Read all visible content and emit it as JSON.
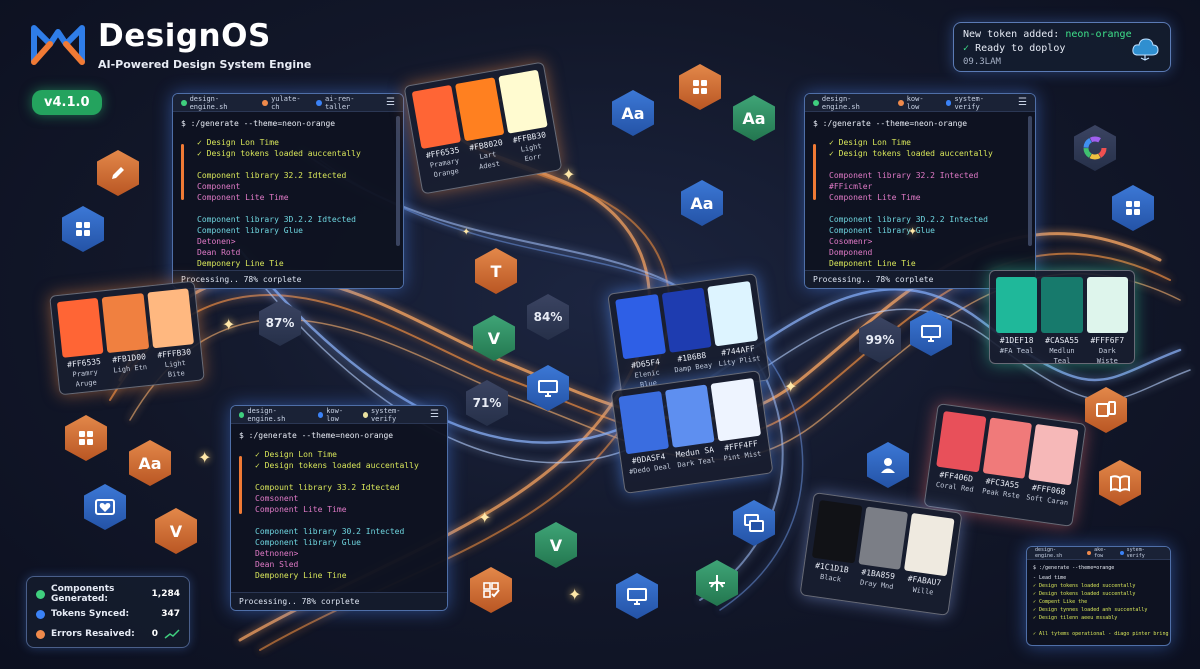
{
  "brand": {
    "title": "DesignOS",
    "subtitle": "AI-Powered Design System Engine",
    "version": "v4.1.0"
  },
  "notification": {
    "line1_prefix": "New token added:",
    "line1_token": "neon-orange",
    "line2": "Ready to doploy",
    "line3": "09.3LAM",
    "icon": "cloud-icon"
  },
  "terminals": {
    "left_top": {
      "tabs": [
        "design-engine.sh",
        "yulate-ch",
        "ai-ren-taller"
      ],
      "prompt": "$ :/generate --theme=neon-orange",
      "lines": [
        {
          "t": "✓ Design Lon Time",
          "c": "c-y"
        },
        {
          "t": "✓ Design tokens loaded auccentally",
          "c": "c-y"
        },
        {
          "t": "",
          "c": "c-w"
        },
        {
          "t": "Component library 32.2 Idtected",
          "c": "c-y"
        },
        {
          "t": "Component",
          "c": "c-p"
        },
        {
          "t": "Component Lite Time",
          "c": "c-p"
        },
        {
          "t": "",
          "c": "c-w"
        },
        {
          "t": "Component library 3D.2.2 Idtected",
          "c": "c-c"
        },
        {
          "t": "Component library Glue",
          "c": "c-c"
        },
        {
          "t": "Detonen>",
          "c": "c-p"
        },
        {
          "t": "Dean Rotd",
          "c": "c-p"
        },
        {
          "t": "Demponery  Line Tie",
          "c": "c-y"
        }
      ],
      "status": "Processing.. 78% corplete"
    },
    "right_top": {
      "tabs": [
        "design-engine.sh",
        "kow-low",
        "system-verify"
      ],
      "prompt": "$ :/generate --theme=neon-orange",
      "lines": [
        {
          "t": "✓ Design Lon Time",
          "c": "c-y"
        },
        {
          "t": "✓ Design tokens loaded auccentally",
          "c": "c-y"
        },
        {
          "t": "",
          "c": "c-w"
        },
        {
          "t": "Component library 32.2 Intected",
          "c": "c-p"
        },
        {
          "t": "#FFicmler",
          "c": "c-p"
        },
        {
          "t": "Component Lite Time",
          "c": "c-p"
        },
        {
          "t": "",
          "c": "c-w"
        },
        {
          "t": "Component library 3D.2.2 Intected",
          "c": "c-c"
        },
        {
          "t": "Component library Glue",
          "c": "c-c"
        },
        {
          "t": "Cosomenr>",
          "c": "c-p"
        },
        {
          "t": "Domponend",
          "c": "c-p"
        },
        {
          "t": "Demponent Line Tie",
          "c": "c-y"
        }
      ],
      "status": "Processing.. 78% corplete"
    },
    "center_bottom": {
      "tabs": [
        "design-engine.sh",
        "kow-low",
        "system-verify"
      ],
      "prompt": "$ :/generate --theme=neon-orange",
      "lines": [
        {
          "t": "✓ Design Lon Time",
          "c": "c-y"
        },
        {
          "t": "✓ Design tokens loaded auccentally",
          "c": "c-y"
        },
        {
          "t": "",
          "c": "c-w"
        },
        {
          "t": "Compount library 33.2 Idtected",
          "c": "c-y"
        },
        {
          "t": "Comsonent",
          "c": "c-p"
        },
        {
          "t": "Component Lite Time",
          "c": "c-p"
        },
        {
          "t": "",
          "c": "c-w"
        },
        {
          "t": "Component library 30.2 Intected",
          "c": "c-c"
        },
        {
          "t": "Component library Glue",
          "c": "c-c"
        },
        {
          "t": "Detnonen>",
          "c": "c-p"
        },
        {
          "t": "Dean Sled",
          "c": "c-p"
        },
        {
          "t": "Demponery  Line Tine",
          "c": "c-y"
        }
      ],
      "status": "Processing.. 78% corplete"
    },
    "small_bottom_right": {
      "tabs": [
        "design-engine.sh",
        "ake-fow",
        "sytem-verify"
      ],
      "prompt": "$ :/generate --theme=orange",
      "lines": [
        {
          "t": "- Lead time",
          "c": "c-w"
        },
        {
          "t": "✓ Design tokens loaded succentally",
          "c": "c-y"
        },
        {
          "t": "✓ Design tokens loaded succentally",
          "c": "c-y"
        },
        {
          "t": "✓ Compent Like the",
          "c": "c-y"
        },
        {
          "t": "✓ Design tynnes loaded anh succentally",
          "c": "c-y"
        },
        {
          "t": "✓ Design tilenn aeeu mssably",
          "c": "c-y"
        },
        {
          "t": "",
          "c": "c-w"
        },
        {
          "t": "✓ All tytems operational - diago pinter bring mssably",
          "c": "c-y"
        }
      ]
    }
  },
  "swatches": {
    "orange_top": {
      "colors": [
        "#FF6535",
        "#FF8020",
        "#FFFBD0"
      ],
      "labels": [
        "#FF6535",
        "#FB8020",
        "#FFBB30"
      ],
      "names": [
        "Pramary Orange",
        "Lart Adest",
        "Light Eorr"
      ]
    },
    "orange_left": {
      "colors": [
        "#FF6535",
        "#F08040",
        "#FFB880"
      ],
      "labels": [
        "#FF6535",
        "#FB1D00",
        "#FFFB30"
      ],
      "names": [
        "Pramry Aruge",
        "Ligh Etn",
        "Light Bite"
      ]
    },
    "blue_top": {
      "colors": [
        "#2E5FE6",
        "#1E3CB0",
        "#DDF4FF"
      ],
      "labels": [
        "#D65F4",
        "#1B6B8",
        "#744AFF"
      ],
      "names": [
        "Elenic Blue",
        "Damp Beay",
        "Lity Plist"
      ]
    },
    "blue_bottom": {
      "colors": [
        "#3A6DE0",
        "#5E8FF0",
        "#EEF4FF"
      ],
      "labels": [
        "#0DASF4",
        "Medun SA",
        "#FFF4FF"
      ],
      "names": [
        "#Dedo Deal",
        "Dark Teal",
        "Pint Mist"
      ]
    },
    "teal": {
      "colors": [
        "#1FB89A",
        "#177A6C",
        "#DEF5EC"
      ],
      "labels": [
        "#1DEF18",
        "#CASA55",
        "#FFF6F7"
      ],
      "names": [
        "#FA Teal",
        "Medlun Teal",
        "Dark Wiste"
      ]
    },
    "coral": {
      "colors": [
        "#E8505A",
        "#F07A7A",
        "#F6B8B8"
      ],
      "labels": [
        "#FF406D",
        "#FC3A55",
        "#FFF068"
      ],
      "names": [
        "Coral Red",
        "Peak Rste",
        "Soft Caran"
      ]
    },
    "gray": {
      "colors": [
        "#111216",
        "#7B7E86",
        "#EFEAE0"
      ],
      "labels": [
        "#1C1D1B",
        "#1BA859",
        "#FABAU7"
      ],
      "names": [
        "Black",
        "Dray Mnd",
        "Wille"
      ]
    }
  },
  "badges": {
    "pct_87": "87%",
    "pct_84": "84%",
    "pct_71": "71%",
    "pct_99": "99%",
    "aa": "Aa",
    "t": "T",
    "v": "V"
  },
  "stats": {
    "rows": [
      {
        "label": "Components Generated:",
        "value": "1,284",
        "color": "#3fcf7e"
      },
      {
        "label": "Tokens Synced:",
        "value": "347",
        "color": "#3b82f6"
      },
      {
        "label": "Errors Resaived:",
        "value": "0",
        "color": "#f08a4b"
      }
    ]
  },
  "colors": {
    "accent_orange": "#F07A35",
    "accent_green": "#24A35E",
    "accent_blue": "#4F6FA8"
  }
}
